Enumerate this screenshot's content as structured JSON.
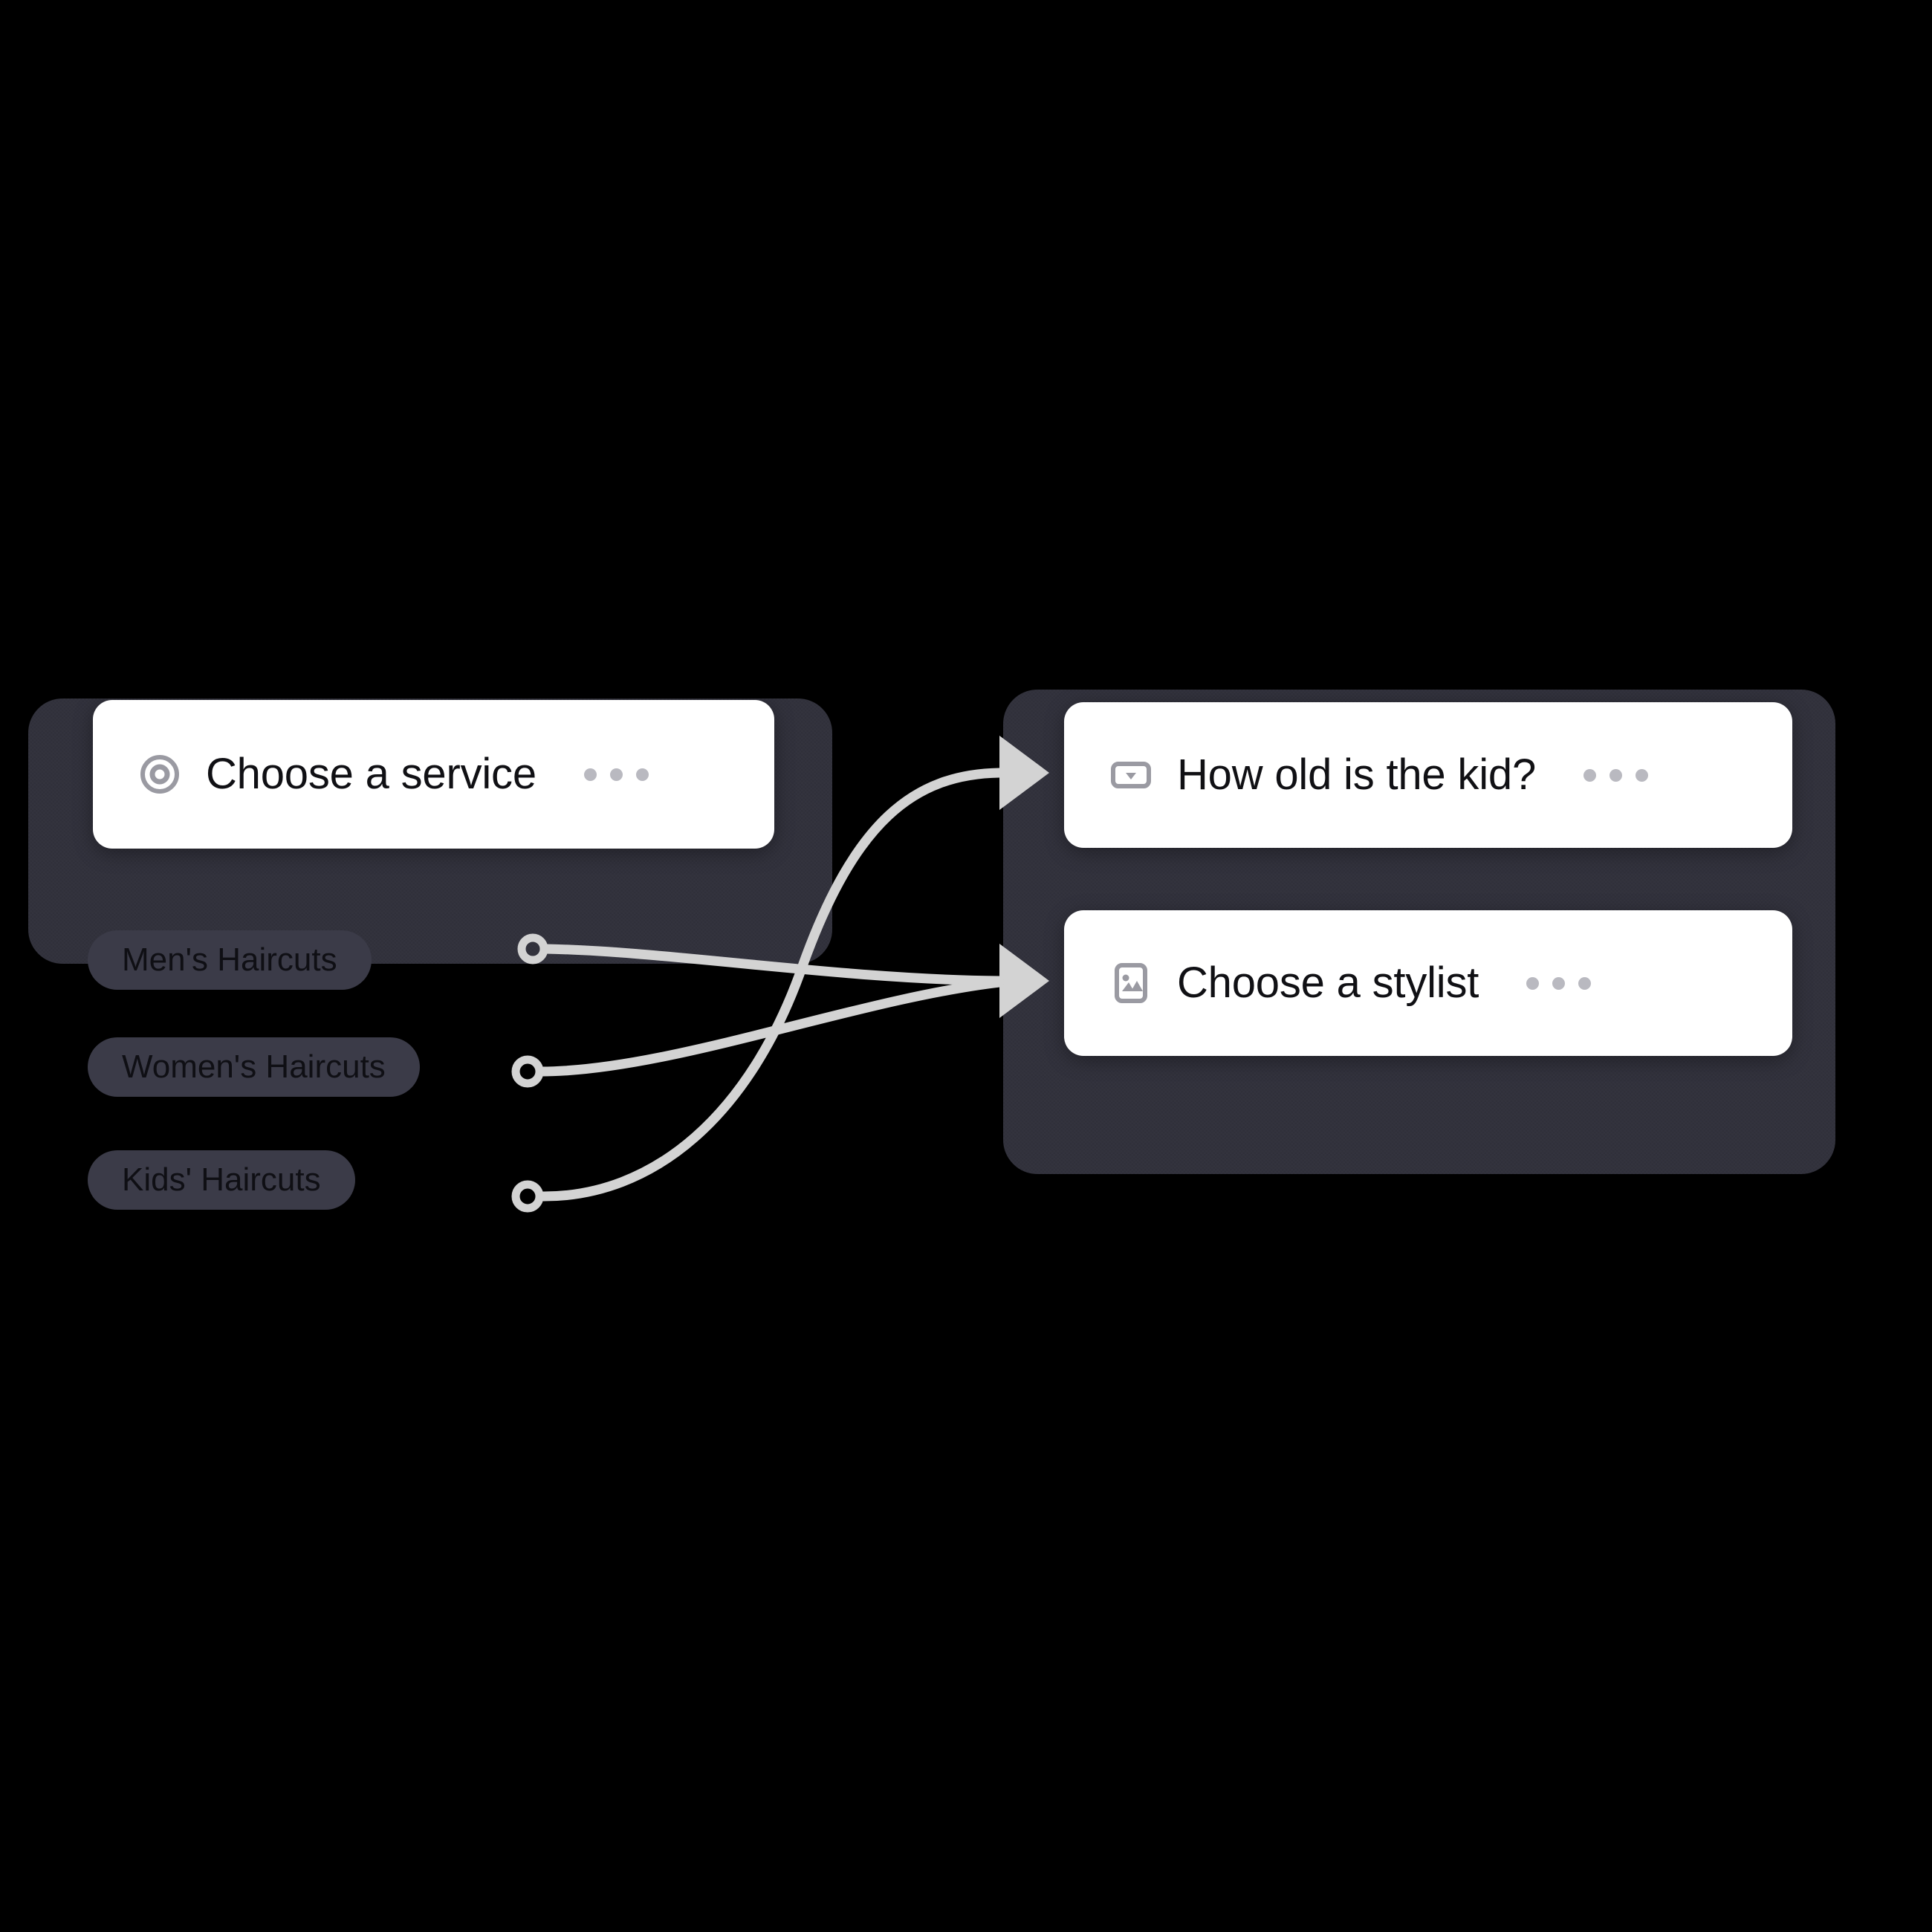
{
  "canvas": {
    "background_color": "#000000",
    "group_color": "#31313c",
    "pill_color": "#3b3b48",
    "card_color": "#ffffff",
    "edge_color": "#d3d3d3",
    "icon_color": "#9a9aa2"
  },
  "groups": [
    {
      "name": "service-selection-group"
    },
    {
      "name": "follow-up-group"
    }
  ],
  "nodes": [
    {
      "id": "choose-service",
      "title": "Choose a service",
      "icon": "radio-target-icon",
      "menu_label": "•••",
      "options": [
        {
          "label": "Men's Haircuts"
        },
        {
          "label": "Women's Haircuts"
        },
        {
          "label": "Kids' Haircuts"
        }
      ]
    },
    {
      "id": "how-old",
      "title": "How old is the kid?",
      "icon": "dropdown-select-icon",
      "menu_label": "•••"
    },
    {
      "id": "choose-stylist",
      "title": "Choose a stylist",
      "icon": "image-picker-icon",
      "menu_label": "•••"
    }
  ],
  "edges": [
    {
      "from": "Men's Haircuts",
      "to": "Choose a stylist"
    },
    {
      "from": "Women's Haircuts",
      "to": "Choose a stylist"
    },
    {
      "from": "Kids' Haircuts",
      "to": "How old is the kid?"
    }
  ]
}
